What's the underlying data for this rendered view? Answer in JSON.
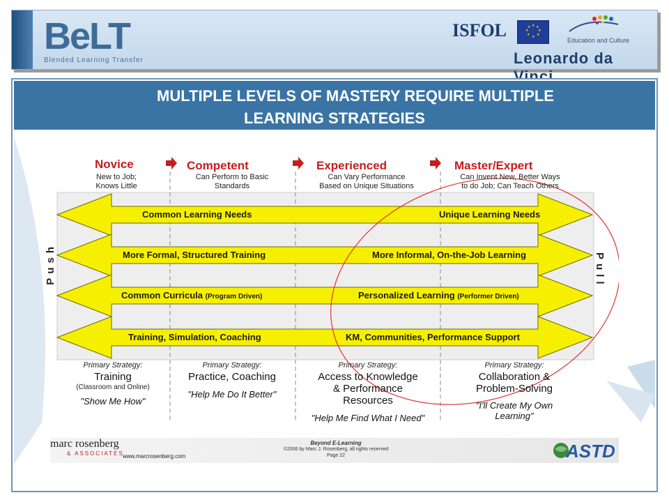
{
  "header": {
    "logo": "BeLT",
    "logo_sub": "Blended Learning Transfer",
    "isfol": "ISFOL",
    "eac": "Education and Culture",
    "program": "Leonardo da Vinci"
  },
  "title": {
    "line1": "MULTIPLE LEVELS OF MASTERY REQUIRE MULTIPLE",
    "line2": "LEARNING STRATEGIES"
  },
  "stages": [
    {
      "name": "Novice",
      "desc1": "New to Job;",
      "desc2": "Knows Little"
    },
    {
      "name": "Competent",
      "desc1": "Can Perform to Basic",
      "desc2": "Standards"
    },
    {
      "name": "Experienced",
      "desc1": "Can Vary Performance",
      "desc2": "Based on Unique Situations"
    },
    {
      "name": "Master/Expert",
      "desc1": "Can Invent New, Better Ways",
      "desc2": "to do Job; Can Teach Others"
    }
  ],
  "arrows": [
    {
      "left": "Common Learning Needs",
      "right": "Unique Learning Needs"
    },
    {
      "left": "More Formal, Structured Training",
      "right": "More Informal, On-the-Job Learning"
    },
    {
      "left": "Common Curricula",
      "left_small": "(Program Driven)",
      "right": "Personalized Learning",
      "right_small": "(Performer Driven)"
    },
    {
      "left": "Training, Simulation, Coaching",
      "right": "KM, Communities, Performance Support"
    }
  ],
  "side": {
    "left": "Push",
    "right": "Pull"
  },
  "strategies": [
    {
      "caption": "Primary Strategy:",
      "main": "Training",
      "note": "(Classroom and Online)",
      "quote": "\"Show Me How\""
    },
    {
      "caption": "Primary Strategy:",
      "main": "Practice, Coaching",
      "quote": "\"Help Me Do It Better\""
    },
    {
      "caption": "Primary Strategy:",
      "main1": "Access to Knowledge",
      "main2": "& Performance",
      "main3": "Resources",
      "quote": "\"Help Me Find What I Need\""
    },
    {
      "caption": "Primary Strategy:",
      "main1": "Collaboration &",
      "main2": "Problem-Solving",
      "quote1": "\"I'll Create My Own",
      "quote2": "Learning\""
    }
  ],
  "footer": {
    "name": "marc rosenberg",
    "assoc": "& ASSOCIATES",
    "url": "www.marcrosenberg.com",
    "book": "Beyond E-Learning",
    "copyright": "©2006 by Marc J. Rosenberg, all rights reserved",
    "page": "Page 22",
    "astd": "ASTD"
  },
  "colors": {
    "header_bg": "#c3d8ec",
    "title_bar": "#3a74a4",
    "arrow_fill": "#f6f000",
    "stage_title": "#c81c1c",
    "circle": "#e03030"
  }
}
